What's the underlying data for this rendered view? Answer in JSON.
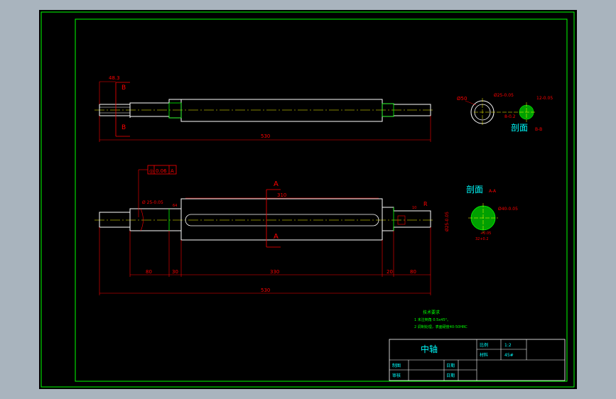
{
  "drawing": {
    "title": "中轴",
    "view_label_top": "",
    "section_bb_label": "剖面",
    "section_bb_tag": "B-B",
    "section_aa_label": "剖面",
    "section_aa_tag": "A-A"
  },
  "top_view": {
    "dim_left": "48.3",
    "dim_overall": "530",
    "section_letter_top": "B",
    "section_letter_bottom": "B"
  },
  "front_view": {
    "tolerance_symbol": "◎",
    "tolerance_value": "0.06",
    "tolerance_datum": "A",
    "dim_left_step": "Ø 25-0.05",
    "dim_step_small": "64",
    "section_letter_top": "A",
    "section_letter_bottom": "A",
    "dim_keyway": "310",
    "dim_right_small": "10",
    "dim_seg1": "80",
    "dim_seg2": "30",
    "dim_seg3": "330",
    "dim_seg4": "20",
    "dim_seg5": "80",
    "dim_total": "530",
    "dim_vertical_right": "Ø25-0.05",
    "dim_right_mark": "R"
  },
  "section_bb": {
    "diameter": "Ø50",
    "callout": "Ø25-0.05",
    "keyway": "12-0.05",
    "depth": "8-0.2"
  },
  "section_aa": {
    "callout": "Ø40-0.05",
    "keyway": "+0.05",
    "depth": "32+0.2"
  },
  "tech_notes": {
    "heading": "技术要求",
    "line1": "1  未注倒角 0.5x45°。",
    "line2": "2  调制处理，表面硬度40-50HRC"
  },
  "title_block": {
    "name": "中轴",
    "scale_label": "比例",
    "scale_value": "1:2",
    "material_label": "材料",
    "material_value": "45#",
    "drawn_label": "制图",
    "checked_label": "审核",
    "date_label1": "日期",
    "date_label2": "日期"
  },
  "colors": {
    "frame": "#00ff00",
    "outline": "#ffffff",
    "centerline": "#ffff00",
    "dimension": "#ff0000",
    "text_cyan": "#00ffff",
    "text_green": "#00ff00",
    "background": "#000000"
  }
}
